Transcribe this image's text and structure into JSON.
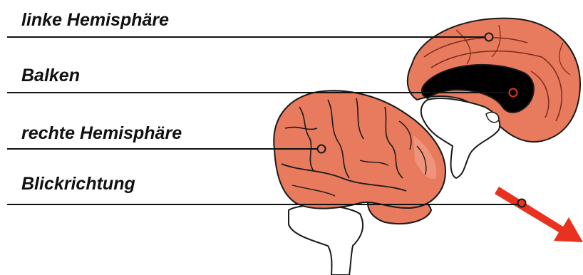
{
  "labels": [
    {
      "id": "linke",
      "text": "linke Hemisphäre"
    },
    {
      "id": "balken",
      "text": "Balken"
    },
    {
      "id": "rechte",
      "text": "rechte Hemisphäre"
    },
    {
      "id": "blick",
      "text": "Blickrichtung"
    }
  ],
  "colors": {
    "brain": "#e87a5e",
    "brain_light": "#f3a58f",
    "outline": "#1a1a1a",
    "corpus_callosum": "#000000",
    "arrow": "#e8311e",
    "marker_stroke": "#1a1a1a",
    "marker_highlight": "#e8311e",
    "line": "#111111"
  }
}
